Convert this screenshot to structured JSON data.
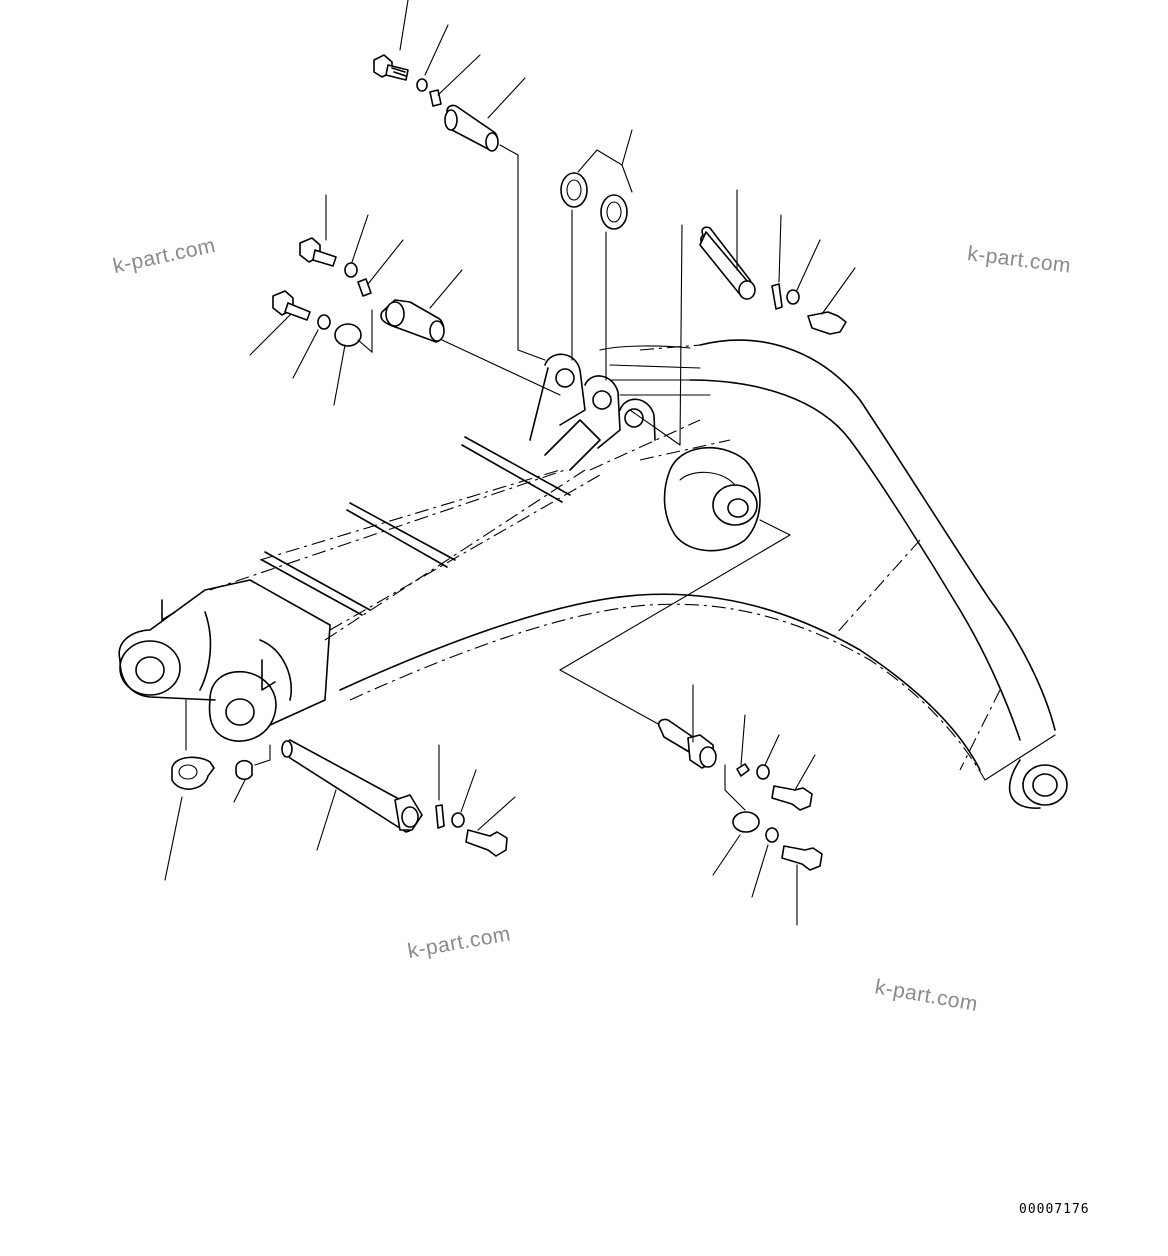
{
  "watermarks": [
    "k-part.com",
    "k-part.com",
    "k-part.com",
    "k-part.com"
  ],
  "figure_code": "00007176",
  "colors": {
    "ink": "#000000",
    "background": "#ffffff",
    "watermark": "#8a8a8a"
  }
}
